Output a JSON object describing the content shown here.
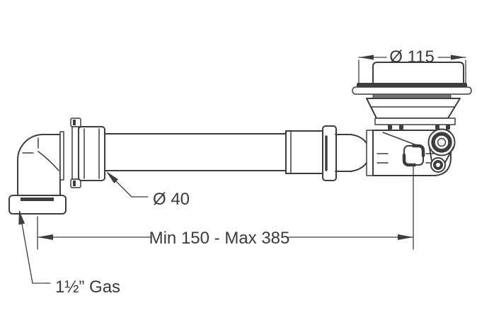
{
  "drawing": {
    "type": "technical-dimension-drawing",
    "labels": {
      "strainer_diameter": "Ø 115",
      "pipe_diameter": "Ø 40",
      "length_range": "Min 150 - Max 385",
      "thread_size": "1½” Gas"
    },
    "colors": {
      "background": "#ffffff",
      "line": "#3d3d3d",
      "dark_fill": "#3d3d3d",
      "gasket_gray": "#757575"
    }
  }
}
